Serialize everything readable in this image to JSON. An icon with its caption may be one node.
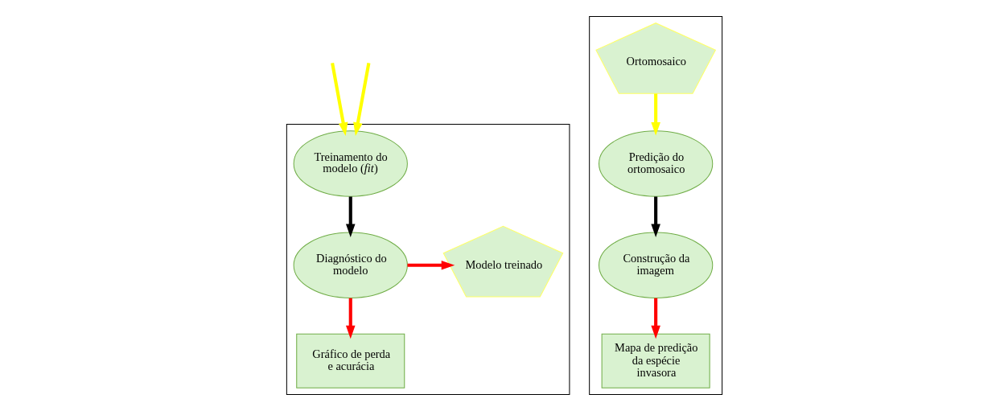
{
  "diagram": {
    "nodes": [
      {
        "text": [],
        "shape": "box"
      },
      {
        "text": [
          "Treinamento do modelo (*fit*)"
        ],
        "in": 0
      },
      {
        "text": [
          "Diagnóstico do modelo"
        ],
        "in": 0
      },
      {
        "text": [
          "Modelo treinado"
        ],
        "in": 0
      },
      {
        "text": [
          "Gráfico de perda e acurácia"
        ],
        "in": 0
      },
      {
        "text": [],
        "shape": "box"
      },
      {
        "text": [
          "Ortomosaico"
        ],
        "in": 5
      },
      {
        "text": [
          "Predição do ortomosaico"
        ],
        "in": 5
      },
      {
        "text": [
          "Construção da imagem"
        ],
        "in": 5
      },
      {
        "text": [
          "Mapa de predição da espécie invasora"
        ],
        "in": 5
      }
    ],
    "edges": [
      {
        "from": null,
        "to": 1,
        "arrow": "to",
        "color": "#ffff00"
      },
      {
        "from": null,
        "to": 1,
        "arrow": "to",
        "color": "#ffff00"
      },
      {
        "from": 1,
        "to": 2,
        "arrow": "to",
        "color": "#000000"
      },
      {
        "from": 2,
        "to": 3,
        "arrow": "to",
        "color": "#ff0000"
      },
      {
        "from": 2,
        "to": 4,
        "arrow": "to",
        "color": "#ff0000"
      },
      {
        "from": 6,
        "to": 7,
        "arrow": "to",
        "color": "#ffff00"
      },
      {
        "from": 7,
        "to": 8,
        "arrow": "to",
        "color": "#000000"
      },
      {
        "from": 8,
        "to": 9,
        "arrow": "to",
        "color": "#ff0000"
      }
    ]
  }
}
